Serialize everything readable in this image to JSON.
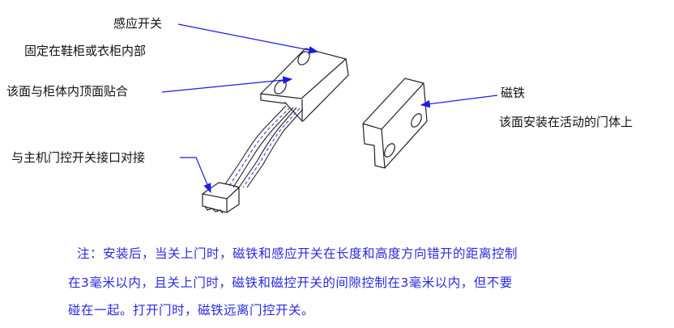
{
  "labels": {
    "sensor_switch": "感应开关",
    "sensor_mount": "固定在鞋柜或衣柜内部",
    "sensor_face": "该面与柜体内顶面贴合",
    "connector": "与主机门控开关接口对接",
    "magnet": "磁铁",
    "magnet_face": "该面安装在活动的门体上"
  },
  "note": {
    "line1": "注：安装后，当关上门时，磁铁和感应开关在长度和高度方向错开的距离控制",
    "line2": "在3毫米以内，且关上门时，磁铁和磁控开关的间隙控制在3毫米以内，但不要",
    "line3": "碰在一起。打开门时，磁铁远离门控开关。"
  },
  "colors": {
    "arrow": "#1a1ae6",
    "outline": "#222222",
    "note": "#2a2ae0"
  }
}
